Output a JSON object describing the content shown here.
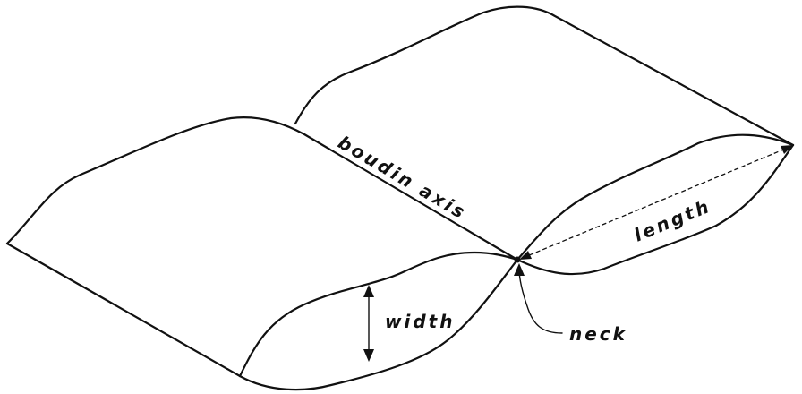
{
  "labels": {
    "boudin_axis": "boudin axis",
    "length": "length",
    "width": "width",
    "neck": "neck"
  },
  "colors": {
    "ink": "#111111",
    "background": "#ffffff"
  }
}
